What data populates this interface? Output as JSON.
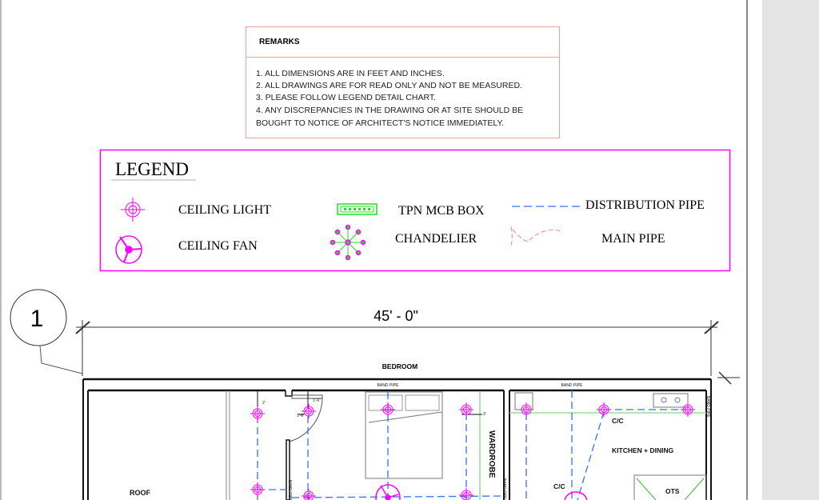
{
  "remarks": {
    "title": "REMARKS",
    "lines": [
      "1. ALL DIMENSIONS ARE IN FEET AND INCHES.",
      "2. ALL DRAWINGS ARE FOR READ ONLY AND NOT BE MEASURED.",
      "3. PLEASE FOLLOW LEGEND DETAIL CHART.",
      "4. ANY DISCREPANCIES IN THE DRAWING OR AT SITE SHOULD BE",
      "BOUGHT TO NOTICE OF ARCHITECT'S NOTICE IMMEDIATELY."
    ]
  },
  "legend": {
    "title": "LEGEND",
    "items": {
      "ceiling_light": "CEILING LIGHT",
      "ceiling_fan": "CEILING FAN",
      "mcb_box": "TPN MCB BOX",
      "chandelier": "CHANDELIER",
      "distribution_pipe": "DISTRIBUTION PIPE",
      "main_pipe": "MAIN PIPE"
    }
  },
  "plan": {
    "number": "1",
    "overall_dimension": "45' - 0\"",
    "rooms": {
      "bedroom": "BEDROOM",
      "wardrobe": "WARDROBE",
      "kitchen": "KITCHEN + DINING",
      "ots": "OTS",
      "roof": "ROOF"
    },
    "band_pipe": "BAND PIPE",
    "cc": "C/C",
    "dims": {
      "d1": "2'",
      "d2": "1'-6\"",
      "d3": "1'-6\"",
      "d4": "3'"
    }
  },
  "colors": {
    "magenta": "#ff00ff",
    "blue": "#3a6ff0",
    "green": "#22cc22",
    "red": "#ee8888"
  }
}
